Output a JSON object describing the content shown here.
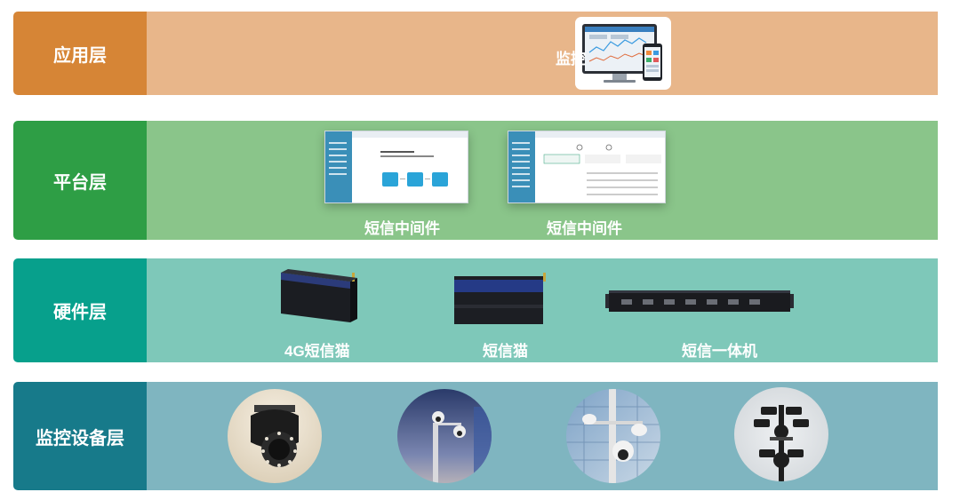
{
  "layers": {
    "application": {
      "label": "应用层",
      "items": [
        {
          "caption": "监控",
          "icon": "monitor-phone-icon"
        }
      ]
    },
    "platform": {
      "label": "平台层",
      "items": [
        {
          "caption": "短信中间件",
          "icon": "sms-middleware-screen-1"
        },
        {
          "caption": "短信中间件",
          "icon": "sms-middleware-screen-2"
        }
      ]
    },
    "hardware": {
      "label": "硬件层",
      "items": [
        {
          "caption": "4G短信猫",
          "icon": "4g-modem-icon"
        },
        {
          "caption": "短信猫",
          "icon": "sms-modem-icon"
        },
        {
          "caption": "短信一体机",
          "icon": "rack-server-icon"
        }
      ]
    },
    "devices": {
      "label": "监控设备层",
      "items": [
        {
          "icon": "dome-camera-icon"
        },
        {
          "icon": "street-camera-icon"
        },
        {
          "icon": "pole-camera-icon"
        },
        {
          "icon": "multi-camera-pole-icon"
        }
      ]
    }
  },
  "colors": {
    "application_label": "#d68536",
    "application_band": "#e8b68a",
    "platform_label": "#2e9e45",
    "platform_band": "#8ac58a",
    "hardware_label": "#07a08c",
    "hardware_band": "#7ec8b9",
    "devices_label": "#177a8a",
    "devices_band": "#7fb5c0"
  }
}
